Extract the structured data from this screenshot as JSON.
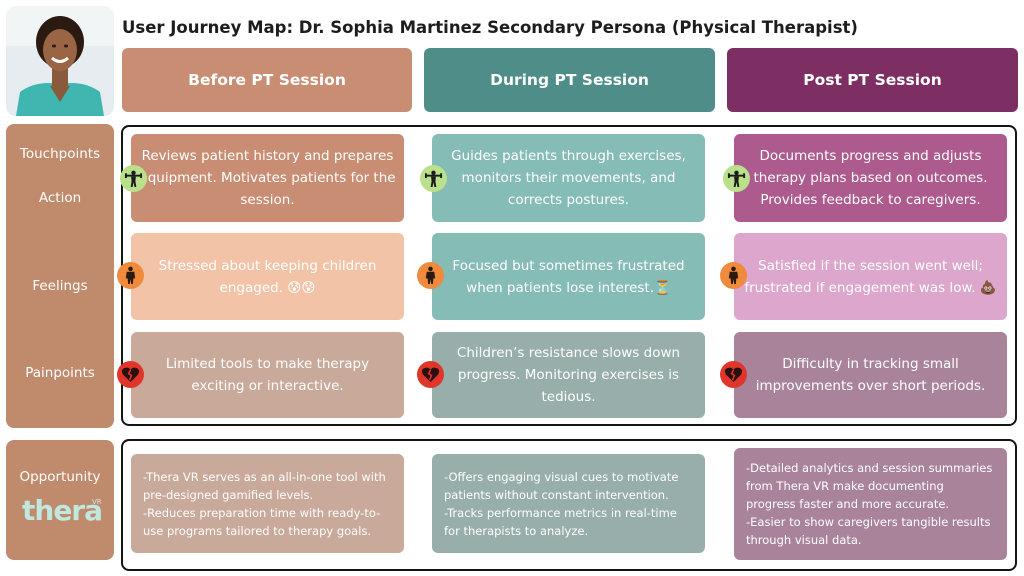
{
  "title": "User Journey Map: Dr. Sophia Martinez Secondary Persona (Physical Therapist)",
  "colors": {
    "phase_before": "#c88d72",
    "phase_during": "#4f8e88",
    "phase_post": "#7d2f63",
    "label_column": "#c08a6c"
  },
  "phases": [
    {
      "label": "Before PT Session"
    },
    {
      "label": "During PT Session"
    },
    {
      "label": "Post PT Session"
    }
  ],
  "rows": {
    "touchpoints": "Touchpoints",
    "action": "Action",
    "feelings": "Feelings",
    "painpoints": "Painpoints",
    "opportunity": "Opportunity"
  },
  "actions": [
    "Reviews patient history and prepares equipment. Motivates patients for the session.",
    "Guides patients through exercises, monitors their movements, and corrects postures.",
    "Documents progress and adjusts therapy plans based on outcomes. Provides feedback to caregivers."
  ],
  "feelings": [
    "Stressed about keeping children engaged. 😰😰",
    "Focused but sometimes frustrated when patients lose interest.⏳",
    "Satisfied if the session went well; frustrated if engagement was low. 💩"
  ],
  "painpoints": [
    "Limited tools to make therapy exciting or interactive.",
    "Children’s resistance slows down progress. Monitoring exercises is tedious.",
    "Difficulty in tracking small improvements over short periods."
  ],
  "opportunities": [
    [
      "-Thera VR serves as an all-in-one tool with pre-designed gamified levels.",
      "-Reduces preparation time with ready-to-use programs tailored to therapy goals."
    ],
    [
      "-Offers engaging visual cues to motivate patients without constant intervention.",
      "-Tracks performance metrics in real-time for therapists to analyze."
    ],
    [
      "-Detailed analytics and session summaries from Thera VR make documenting progress faster and more accurate.",
      "-Easier to show caregivers tangible results through visual data."
    ]
  ],
  "logo": {
    "text": "thera",
    "superscript": "VR"
  },
  "icons": {
    "avatar": "therapist-photo",
    "action": "person-lifting-icon",
    "feelings": "person-standing-icon",
    "painpoints": "broken-heart-icon"
  }
}
